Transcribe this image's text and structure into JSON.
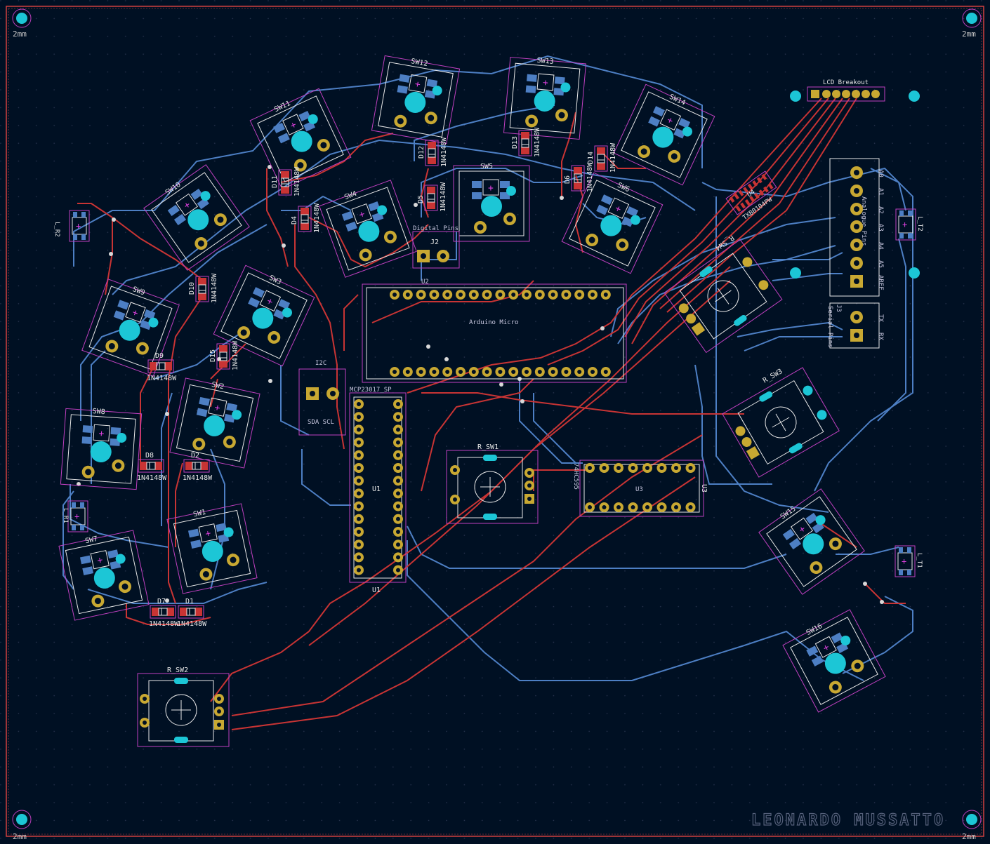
{
  "signature": "LEONARDO MUSSATTO",
  "corner_labels": [
    "2mm",
    "2mm",
    "2mm",
    "2mm"
  ],
  "colors": {
    "background": "#001023",
    "edge_cuts": "#d04040",
    "front_copper": "#c83434",
    "back_copper": "#4d7fc4",
    "pad": "#c8a832",
    "via": "#d8d8d8",
    "npth": "#1cc6d6",
    "courtyard": "#c040c0",
    "silkscreen": "#e8e8e8"
  },
  "switches": [
    {
      "ref": "SW1",
      "rot": -12
    },
    {
      "ref": "SW2",
      "rot": 12
    },
    {
      "ref": "SW3",
      "rot": 25
    },
    {
      "ref": "SW4",
      "rot": -20
    },
    {
      "ref": "SW5",
      "rot": 0
    },
    {
      "ref": "SW6",
      "rot": 25
    },
    {
      "ref": "SW7",
      "rot": -12
    },
    {
      "ref": "SW8",
      "rot": 4
    },
    {
      "ref": "SW9",
      "rot": 20
    },
    {
      "ref": "SW10",
      "rot": -35
    },
    {
      "ref": "SW11",
      "rot": -25
    },
    {
      "ref": "SW12",
      "rot": 10
    },
    {
      "ref": "SW13",
      "rot": 5
    },
    {
      "ref": "SW14",
      "rot": 25
    },
    {
      "ref": "SW15",
      "rot": -35
    },
    {
      "ref": "SW16",
      "rot": -28
    }
  ],
  "diodes": [
    {
      "ref": "D1",
      "value": "1N4148W"
    },
    {
      "ref": "D2",
      "value": "1N4148W"
    },
    {
      "ref": "D4",
      "value": "1N4148W"
    },
    {
      "ref": "D5",
      "value": "1N4148W"
    },
    {
      "ref": "D6",
      "value": "1N4148W"
    },
    {
      "ref": "D7",
      "value": "1N4148W"
    },
    {
      "ref": "D8",
      "value": "1N4148W"
    },
    {
      "ref": "D9",
      "value": "1N4148W"
    },
    {
      "ref": "D10",
      "value": "1N4148W"
    },
    {
      "ref": "D11",
      "value": "1N4148W"
    },
    {
      "ref": "D12",
      "value": "1N4148W"
    },
    {
      "ref": "D13",
      "value": "1N4148W"
    },
    {
      "ref": "D14",
      "value": "1N4148W"
    },
    {
      "ref": "D15",
      "value": "1N4148W"
    }
  ],
  "rotary_encoders": [
    "R_SW1",
    "R_SW2",
    "R_SW3",
    "R_SW4"
  ],
  "leds": [
    "L_R1",
    "L_R2",
    "L_T1",
    "L_T2"
  ],
  "connectors": {
    "lcd": "LCD Breakout",
    "digital": "Digital Pins",
    "digital_ref": "J2",
    "analog": "Analogue Pins",
    "analog_pins": [
      "A0",
      "A1",
      "A2",
      "A3",
      "A4",
      "A5",
      "AREF"
    ],
    "serial": "Serial Pins",
    "serial_ref": "J3",
    "serial_pins": [
      "TX",
      "RX"
    ],
    "i2c": "I2C",
    "i2c_pins": "SDA SCL",
    "arduino": "Arduino Micro",
    "arduino_ref": "U2",
    "mux": "MCP23017_SP",
    "mux_ref": "U1",
    "shift": "74HC595",
    "shift_ref": "U3",
    "level": "TXB0104PW",
    "level_ref": "U4"
  }
}
